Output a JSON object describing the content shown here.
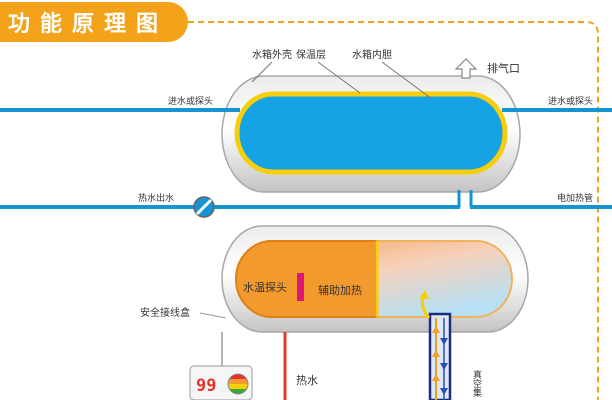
{
  "header": {
    "title": "功能原理图"
  },
  "labels": {
    "shell": "水箱外壳",
    "insulation": "保温层",
    "inner_tank": "水箱内胆",
    "vent": "排气口",
    "inlet_left": "进水或探头",
    "inlet_right": "进水或探头",
    "hot_outlet": "热水出水",
    "electric_heater": "电加热管",
    "temp_probe": "水温探头",
    "aux_heating": "辅助加热",
    "junction_box": "安全接线盒",
    "hot_water": "热水",
    "vacuum_tube": "真空集"
  },
  "controller": {
    "display": "99"
  },
  "icons": {
    "vent": "up-arrow-icon",
    "valve": "valve-icon",
    "controller_badge": "color-badge-icon"
  },
  "colors": {
    "accent_orange": "#f5a21b",
    "tank_blue": "#15a3e6",
    "insulation_yellow": "#f6cf0a",
    "pipe_blue": "#1593d2",
    "heater_orange": "#f39a2e",
    "probe_magenta": "#e0157a",
    "hot_pipe_red": "#e63a2d",
    "tube_navy": "#1b2f7c",
    "display_red": "#e5322d"
  }
}
